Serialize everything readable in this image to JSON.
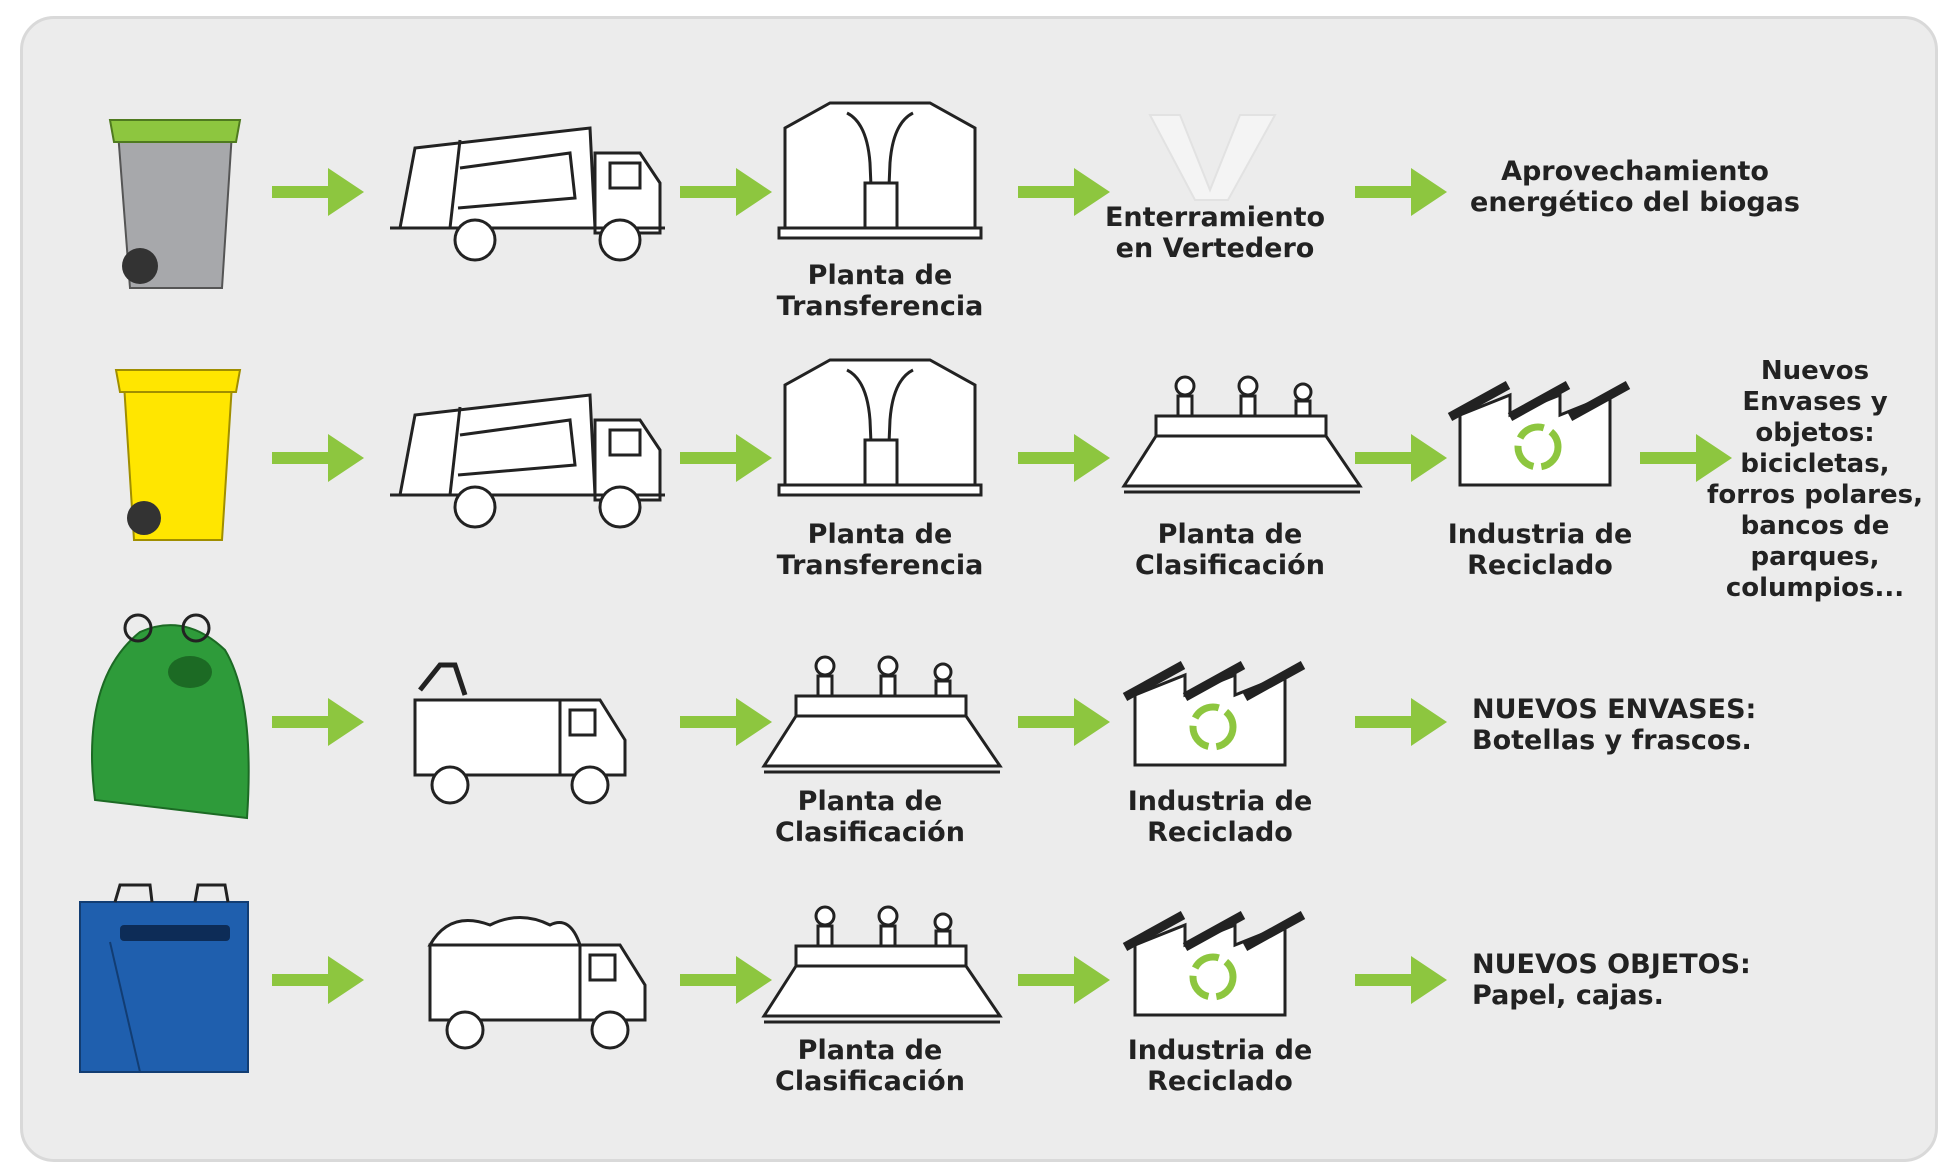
{
  "colors": {
    "arrow": "#8dc63f",
    "panel_bg": "#ececec",
    "bin_gray": "#a7a8ab",
    "bin_gray_lid": "#8dc63f",
    "bin_yellow": "#ffe600",
    "igloo_green": "#2e9b3a",
    "container_blue": "#1f5fae",
    "recycle_symbol": "#8dc63f"
  },
  "rows": [
    {
      "container_icon": "gray-bin-green-lid-icon",
      "truck_icon": "garbage-compactor-truck-icon",
      "labels": {
        "transfer": "Planta de\nTransferencia",
        "landfill": "Enterramiento\nen Vertedero",
        "result": "Aprovechamiento\nenergético del biogas"
      }
    },
    {
      "container_icon": "yellow-bin-icon",
      "truck_icon": "garbage-compactor-truck-icon",
      "labels": {
        "transfer": "Planta de\nTransferencia",
        "classification": "Planta de\nClasificación",
        "industry": "Industria de\nReciclado",
        "result": "Nuevos\nEnvases y\nobjetos:\nbicicletas,\nforros polares,\nbancos de\nparques,\ncolumpios..."
      }
    },
    {
      "container_icon": "green-glass-igloo-icon",
      "truck_icon": "crane-truck-icon",
      "labels": {
        "classification": "Planta de\nClasificación",
        "industry": "Industria de\nReciclado",
        "result": "NUEVOS ENVASES:\nBotellas y frascos."
      }
    },
    {
      "container_icon": "blue-paper-container-icon",
      "truck_icon": "paper-load-truck-icon",
      "labels": {
        "classification": "Planta de\nClasificación",
        "industry": "Industria de\nReciclado",
        "result": "NUEVOS OBJETOS:\nPapel, cajas."
      }
    }
  ]
}
